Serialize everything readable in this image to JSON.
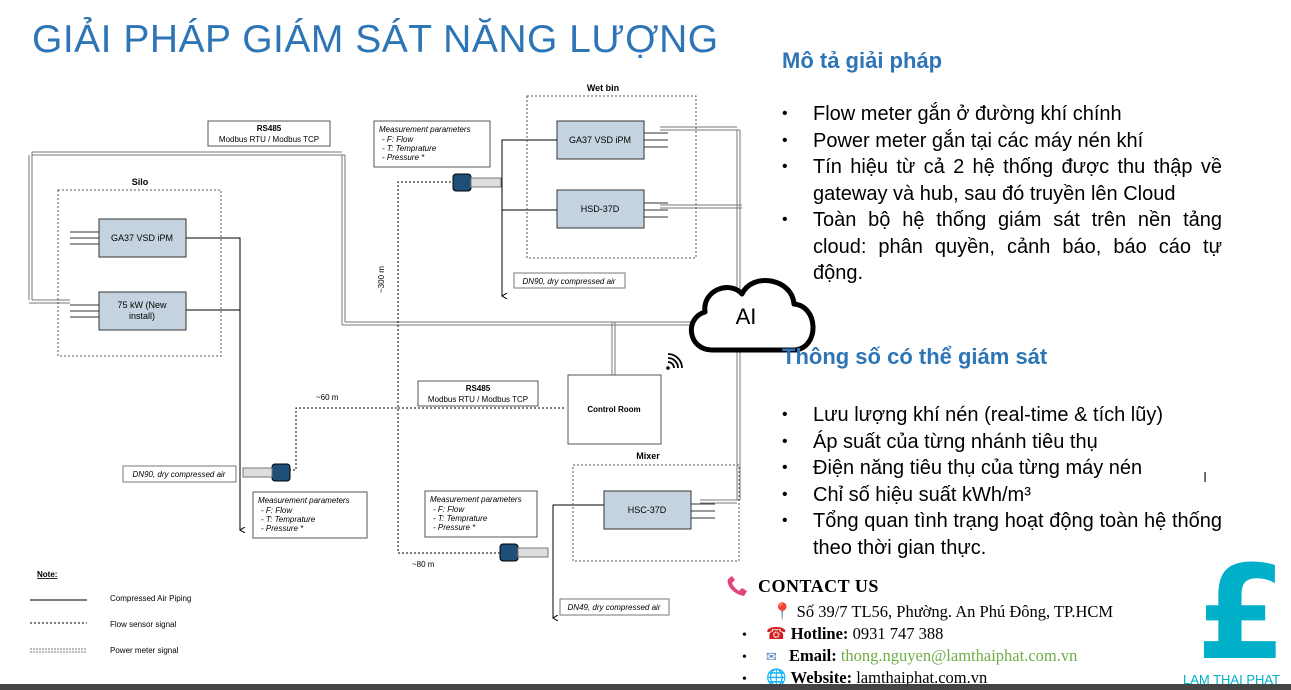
{
  "title": "GIẢI PHÁP GIÁM SÁT NĂNG LƯỢNG",
  "diagram": {
    "rs485_top": {
      "title": "RS485",
      "sub": "Modbus RTU / Modbus TCP"
    },
    "rs485_mid": {
      "title": "RS485",
      "sub": "Modbus RTU / Modbus TCP"
    },
    "silo": {
      "label": "Silo",
      "units": [
        "GA37 VSD iPM",
        "75 kW (New",
        "install)"
      ]
    },
    "wetbin": {
      "label": "Wet bin",
      "units": [
        "GA37 VSD iPM",
        "HSD-37D"
      ]
    },
    "mixer": {
      "label": "Mixer",
      "units": [
        "HSC-37D"
      ]
    },
    "control_room": "Control Room",
    "meas_top": {
      "title": "Measurement parameters",
      "lines": [
        "- F: Flow",
        "- T: Temprature",
        "- Pressure *"
      ]
    },
    "meas_left": {
      "title": "Measurement parameters",
      "lines": [
        "- F: Flow",
        "- T: Temprature",
        "- Pressure *"
      ]
    },
    "meas_mid": {
      "title": "Measurement parameters",
      "lines": [
        "- F: Flow",
        "- T: Temprature",
        "- Pressure *"
      ]
    },
    "pipe_wetbin": "DN90, dry compressed air",
    "pipe_left": "DN90, dry compressed air",
    "pipe_mixer": "DN49, dry compressed air",
    "dist_300": "~300 m",
    "dist_60": "~60 m",
    "dist_80": "~80 m",
    "cloud": "AI",
    "note": {
      "title": "Note:",
      "items": [
        "Compressed Air Piping",
        "Flow sensor signal",
        "Power meter signal"
      ]
    }
  },
  "section1": {
    "heading": "Mô tả giải pháp",
    "items": [
      "Flow meter gắn ở đường khí chính",
      "Power meter gắn tại các máy nén khí",
      "Tín hiệu từ cả 2 hệ thống được thu thập về gateway và hub, sau đó truyền lên Cloud",
      "Toàn bộ hệ thống giám sát trên nền tảng cloud: phân quyền, cảnh báo, báo cáo tự động."
    ]
  },
  "section2": {
    "heading": "Thông số có thể giám sát",
    "items": [
      "Lưu lượng khí nén (real-time & tích lũy)",
      "Áp suất của từng nhánh tiêu thụ",
      "Điện năng tiêu thụ của từng máy nén",
      "Chỉ số hiệu suất kWh/m³",
      "Tổng quan tình trạng hoạt động toàn hệ thống theo thời gian thực."
    ]
  },
  "contact": {
    "title": "CONTACT US",
    "address": "Số 39/7 TL56, Phường. An Phú Đông, TP.HCM",
    "hotline_label": "Hotline:",
    "hotline": "0931 747 388",
    "email_label": "Email:",
    "email": "thong.nguyen@lamthaiphat.com.vn",
    "website_label": "Website:",
    "website": "lamthaiphat.com.vn"
  },
  "logo": {
    "symbol": "£",
    "text": "LAM THAI PHAT"
  },
  "colors": {
    "title_blue": "#2e75b6",
    "unit_fill": "#c5d3e0",
    "logo_teal": "#00b0c8",
    "email_green": "#70ad47"
  }
}
